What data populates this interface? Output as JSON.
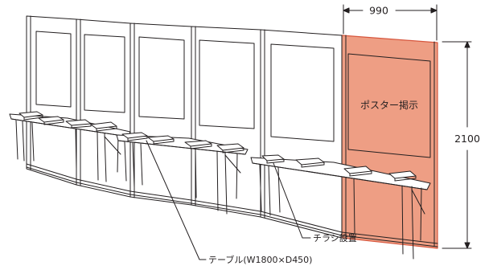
{
  "labels": {
    "width_dimension": "990",
    "height_dimension": "2100",
    "poster_area": "ポスター掲示",
    "flyer_area": "チラシ設置",
    "table": "テーブル(W1800×D450)"
  },
  "colors": {
    "highlight_fill": "#ee9e84",
    "highlight_stroke": "#d7573e",
    "line": "#231f20"
  }
}
